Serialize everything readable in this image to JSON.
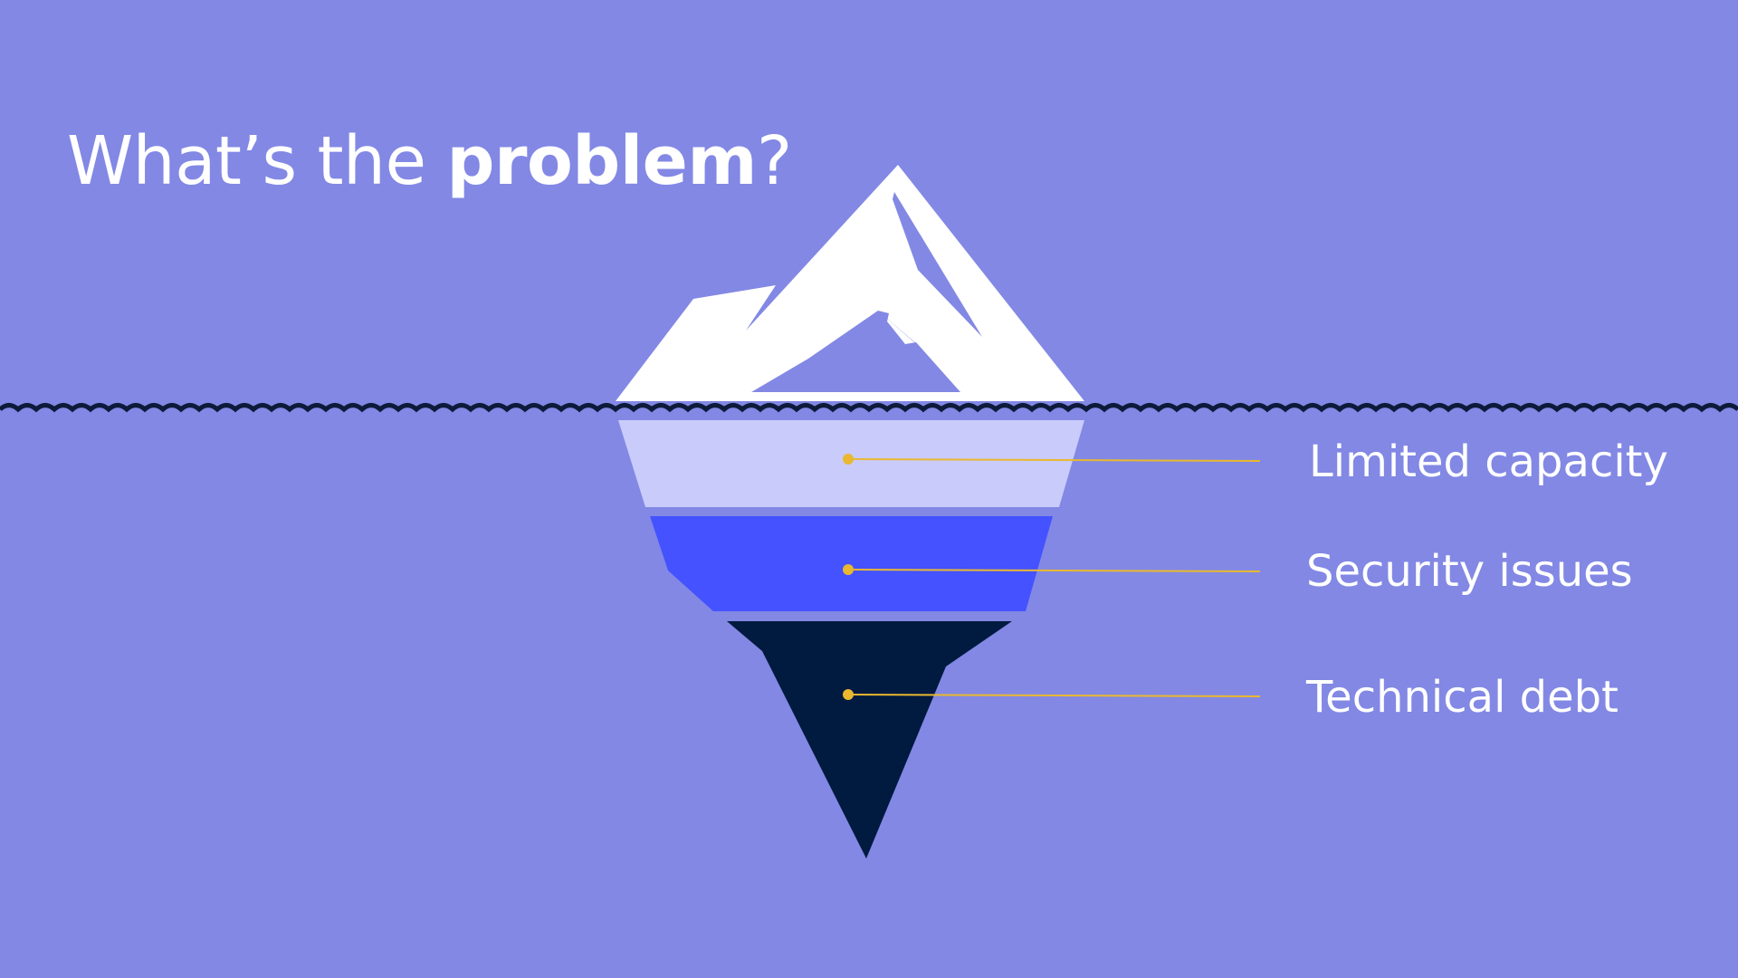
{
  "colors": {
    "background": "#8288E4",
    "text": "#FFFFFF",
    "iceberg_tip": "#FFFFFF",
    "layer_1": "#C9CBFA",
    "layer_2": "#4452FF",
    "layer_3": "#001A40",
    "waterline": "#0E1A3A",
    "connector": "#E9B830"
  },
  "title": {
    "prefix": "What’s the ",
    "emphasis": "problem",
    "suffix": "?"
  },
  "layers": [
    {
      "label": "Limited capacity"
    },
    {
      "label": "Security issues"
    },
    {
      "label": "Technical debt"
    }
  ]
}
